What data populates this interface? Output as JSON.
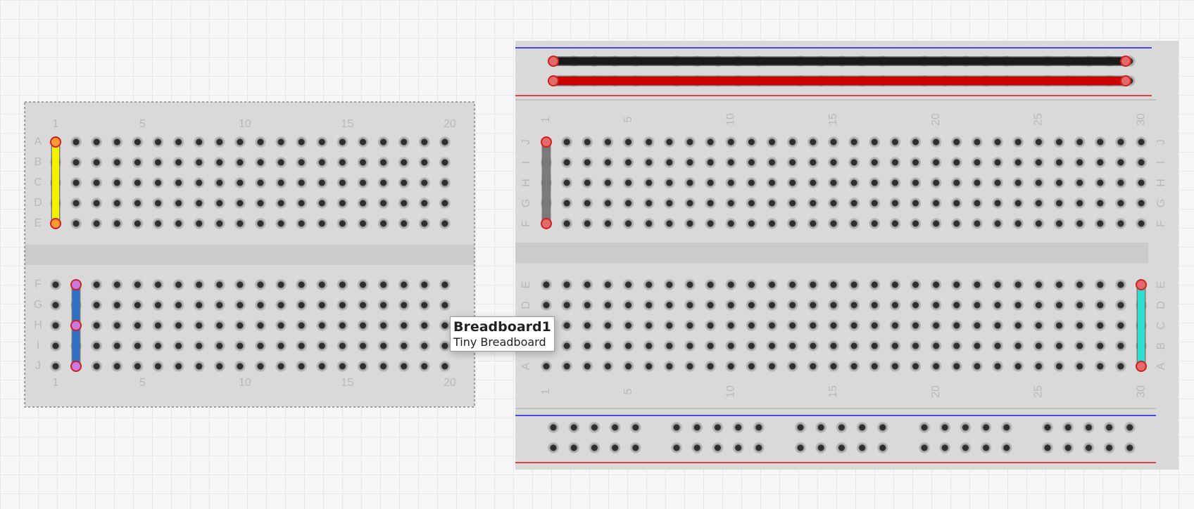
{
  "tooltip": {
    "title": "Breadboard1",
    "subtitle": "Tiny Breadboard"
  },
  "tiny_breadboard": {
    "column_numbers": [
      "1",
      "5",
      "10",
      "15",
      "20"
    ],
    "row_letters_top": [
      "A",
      "B",
      "C",
      "D",
      "E"
    ],
    "row_letters_bottom": [
      "F",
      "G",
      "H",
      "I",
      "J"
    ]
  },
  "half_breadboard": {
    "column_numbers": [
      "1",
      "5",
      "10",
      "15",
      "20",
      "25",
      "30"
    ],
    "left_letters_top": [
      "J",
      "I",
      "H",
      "G",
      "F"
    ],
    "left_letters_bottom": [
      "E",
      "D",
      "C",
      "B",
      "A"
    ],
    "right_letters_top": [
      "J",
      "I",
      "H",
      "G",
      "F"
    ],
    "right_letters_bottom": [
      "E",
      "D",
      "C",
      "B",
      "A"
    ]
  },
  "wires": [
    {
      "name": "yellow-wire",
      "color": "#f2f200"
    },
    {
      "name": "blue-wire",
      "color": "#2e6fc8"
    },
    {
      "name": "gray-wire",
      "color": "#7a7a7a"
    },
    {
      "name": "cyan-wire",
      "color": "#2de0cf"
    },
    {
      "name": "black-wire",
      "color": "#1a1a1a"
    },
    {
      "name": "red-wire",
      "color": "#d10000"
    }
  ],
  "colors": {
    "rail_blue": "#1a1aee",
    "rail_red": "#e01010",
    "selection": "#555555"
  }
}
